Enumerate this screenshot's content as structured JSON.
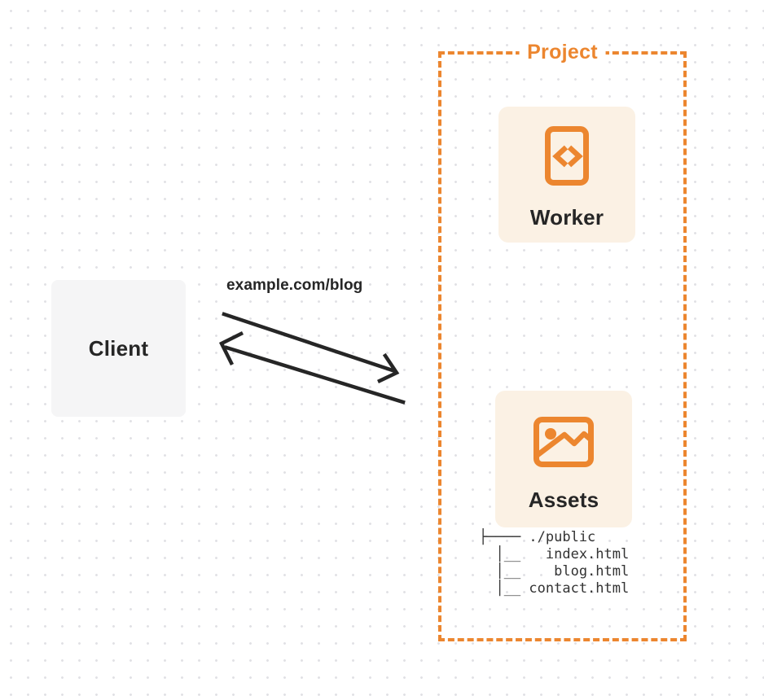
{
  "colors": {
    "accent": "#EC862F",
    "card-bg": "#FBF1E4",
    "client-bg": "#F5F5F6",
    "ink": "#262626",
    "arrow": "#262626",
    "dot": "#E1E1E5",
    "tree-ink": "#333333"
  },
  "client": {
    "label": "Client"
  },
  "request": {
    "url_label": "example.com/blog"
  },
  "project": {
    "label": "Project",
    "worker": {
      "label": "Worker",
      "icon": "code-document-icon"
    },
    "assets": {
      "label": "Assets",
      "icon": "image-icon"
    },
    "file_tree": {
      "root": "./public",
      "files": [
        "index.html",
        "blog.html",
        "contact.html"
      ],
      "lines": [
        "├──── ./public",
        "  │__   index.html",
        "  │__    blog.html",
        "  │__ contact.html"
      ]
    }
  }
}
